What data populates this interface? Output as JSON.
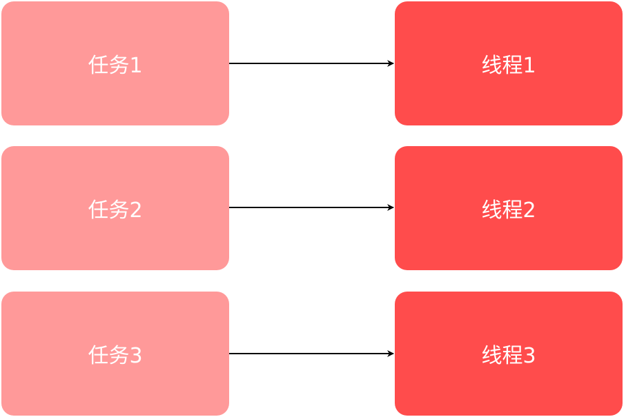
{
  "colors": {
    "task": "#ff9999",
    "thread": "#ff4c4c",
    "arrow": "#000000"
  },
  "tasks": [
    "任务1",
    "任务2",
    "任务3"
  ],
  "threads": [
    "线程1",
    "线程2",
    "线程3"
  ]
}
